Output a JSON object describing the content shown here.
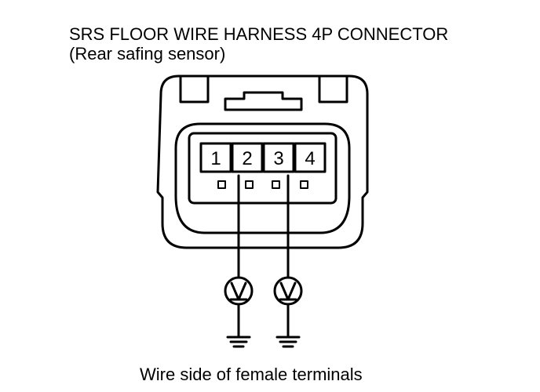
{
  "diagram": {
    "title": "SRS FLOOR WIRE HARNESS 4P CONNECTOR",
    "subtitle": "(Rear safing sensor)",
    "caption": "Wire side of female terminals",
    "terminals": [
      "1",
      "2",
      "3",
      "4"
    ],
    "meter_symbol": "V"
  }
}
